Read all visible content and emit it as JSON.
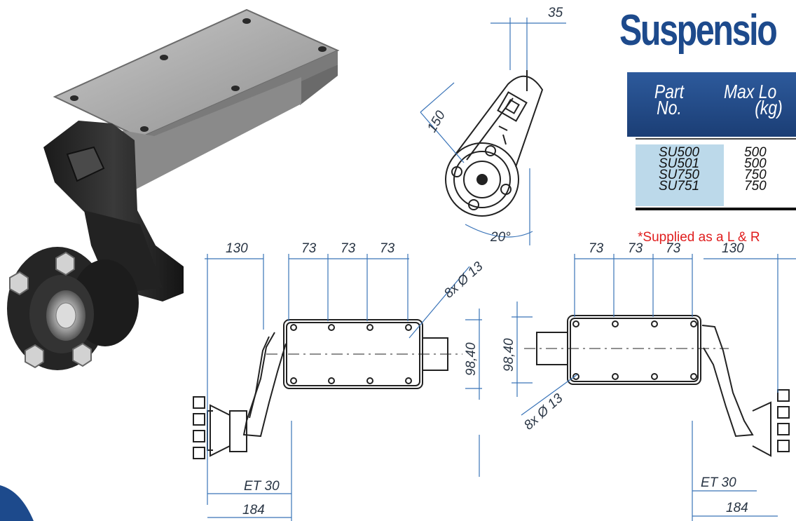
{
  "title": "Suspensio",
  "table": {
    "headers": {
      "part": "Part No.",
      "part_l1": "Part",
      "part_l2": "No.",
      "load_l1": "Max Lo",
      "load_l2": "(kg)"
    },
    "rows": [
      {
        "part": "SU500",
        "load": "500"
      },
      {
        "part": "SU501",
        "load": "500"
      },
      {
        "part": "SU750",
        "load": "750"
      },
      {
        "part": "SU751",
        "load": "750"
      }
    ]
  },
  "note": "*Supplied as a L & R",
  "dimensions": {
    "side_top": "35",
    "side_length": "150",
    "side_angle": "20°",
    "left_offset": "130",
    "left_pitch_1": "73",
    "left_pitch_2": "73",
    "left_pitch_3": "73",
    "left_holes": "8x Ø 13",
    "left_height": "98,40",
    "left_et": "ET 30",
    "left_width": "184",
    "right_pitch_1": "73",
    "right_pitch_2": "73",
    "right_pitch_3": "73",
    "right_offset": "130",
    "right_height": "98,40",
    "right_holes": "8x Ø 13",
    "right_et": "ET 30",
    "right_width": "184"
  },
  "colors": {
    "title": "#1d4a8c",
    "header_bg": "#1d4a8c",
    "part_col_bg": "#bcd9ea",
    "note": "#e01e1e",
    "dim_line": "#3a74b8"
  }
}
